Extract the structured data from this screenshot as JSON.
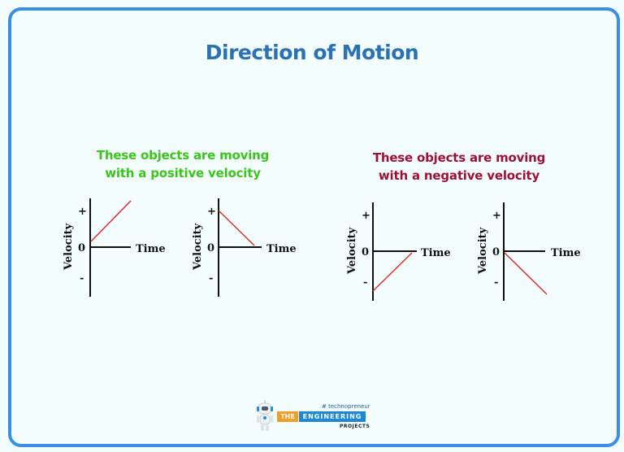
{
  "title": {
    "text": "Direction of Motion",
    "color": "#2a72b5"
  },
  "left_panel": {
    "caption_line1": "These objects are moving",
    "caption_line2": "with a positive velocity",
    "caption_color": "#3cc41e"
  },
  "right_panel": {
    "caption_line1": "These objects are moving",
    "caption_line2": "with a negative velocity",
    "caption_color": "#9c1236"
  },
  "graph_labels": {
    "y_axis": "Velocity",
    "x_axis": "Time",
    "plus": "+",
    "zero": "0",
    "minus": "-"
  },
  "colors": {
    "frame": "#3a8ee6",
    "line": "#d9302c",
    "axis": "#111111",
    "background": "#f4fefe"
  },
  "chart_data": [
    {
      "type": "line",
      "title": "Positive velocity, speeding up",
      "xlabel": "Time",
      "ylabel": "Velocity",
      "y_ticks": [
        "+",
        "0",
        "-"
      ],
      "x": [
        0,
        1
      ],
      "values": [
        0.15,
        1.35
      ]
    },
    {
      "type": "line",
      "title": "Positive velocity, slowing down",
      "xlabel": "Time",
      "ylabel": "Velocity",
      "y_ticks": [
        "+",
        "0",
        "-"
      ],
      "x": [
        0,
        1
      ],
      "values": [
        1.0,
        0.05
      ]
    },
    {
      "type": "line",
      "title": "Negative velocity, slowing down",
      "xlabel": "Time",
      "ylabel": "Velocity",
      "y_ticks": [
        "+",
        "0",
        "-"
      ],
      "x": [
        0,
        1
      ],
      "values": [
        -1.3,
        -0.05
      ]
    },
    {
      "type": "line",
      "title": "Negative velocity, speeding up",
      "xlabel": "Time",
      "ylabel": "Velocity",
      "y_ticks": [
        "+",
        "0",
        "-"
      ],
      "x": [
        0,
        1
      ],
      "values": [
        -0.05,
        -1.4
      ]
    }
  ],
  "logo": {
    "tagline": "# technopreneur",
    "word1": "THE",
    "word2": "ENGINEERING",
    "word3": "PROJECTS"
  }
}
